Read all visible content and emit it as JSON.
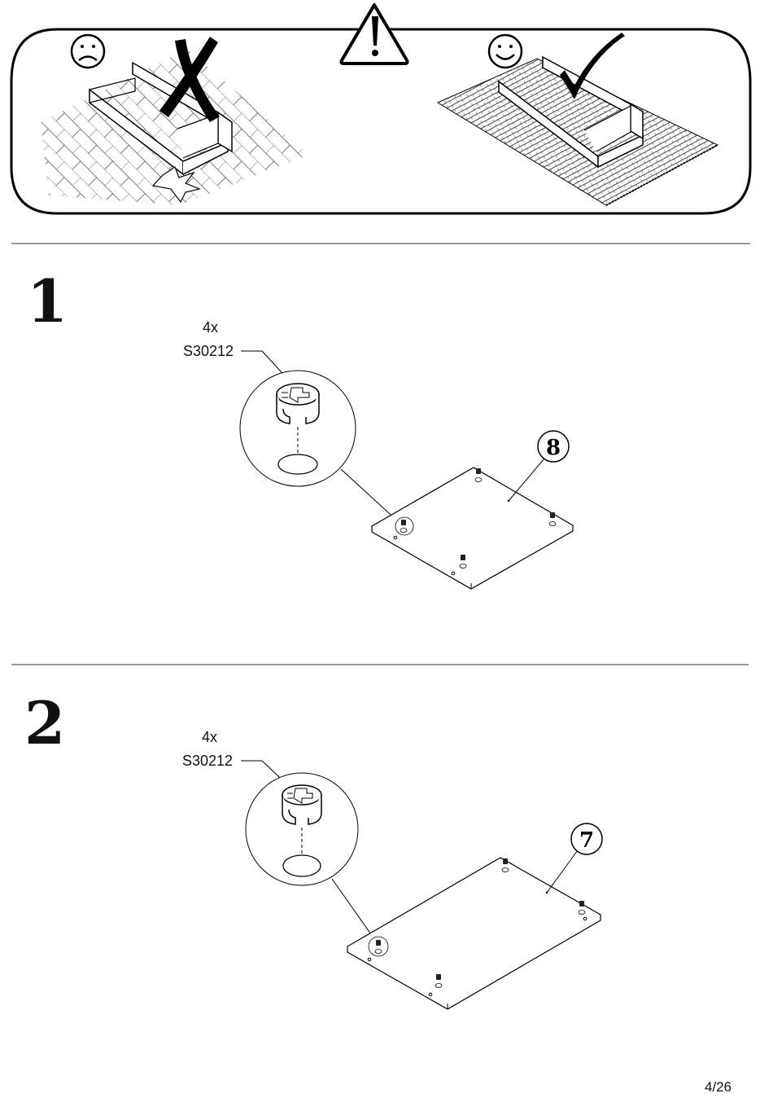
{
  "steps": [
    {
      "number": "1",
      "hardware_qty": "4x",
      "hardware_code": "S30212",
      "part_label": "8"
    },
    {
      "number": "2",
      "hardware_qty": "4x",
      "hardware_code": "S30212",
      "part_label": "7"
    }
  ],
  "page": {
    "number": "4/26"
  },
  "icons": {
    "warning": "warning-triangle-icon",
    "sad": "sad-face-icon",
    "happy": "happy-face-icon",
    "wrong": "cross-mark-icon",
    "right": "check-mark-icon"
  }
}
